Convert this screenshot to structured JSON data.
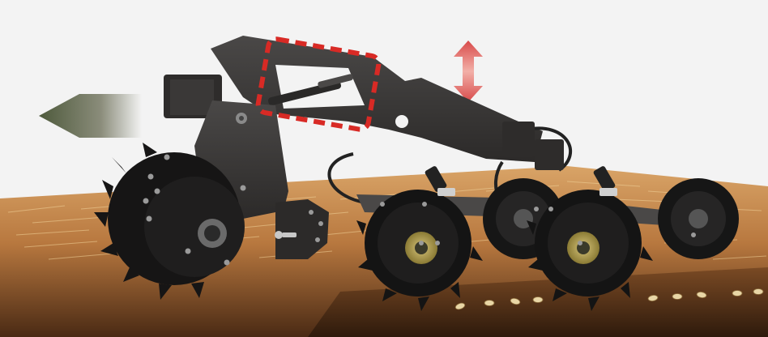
{
  "illustration": {
    "subject": "planter-row-unit-with-residue-cleaner",
    "colors": {
      "background": "#f3f3f3",
      "soil_top": "#c98a4a",
      "soil_bottom": "#4a2a14",
      "machine_body": "#3c3a39",
      "machine_dark": "#1c1b1b",
      "wheel": "#141414",
      "hub_yellow": "#b8a24a",
      "highlight_dashed": "#d82a25",
      "arrow_vertical": "#d84a4a",
      "arrow_direction_start": "#4e5a3c",
      "seed": "#e8d6a6"
    },
    "icons": {
      "direction_arrow": "left-direction-arrow",
      "vertical_arrow": "up-down-arrow",
      "highlight": "dashed-highlight-frame"
    }
  }
}
